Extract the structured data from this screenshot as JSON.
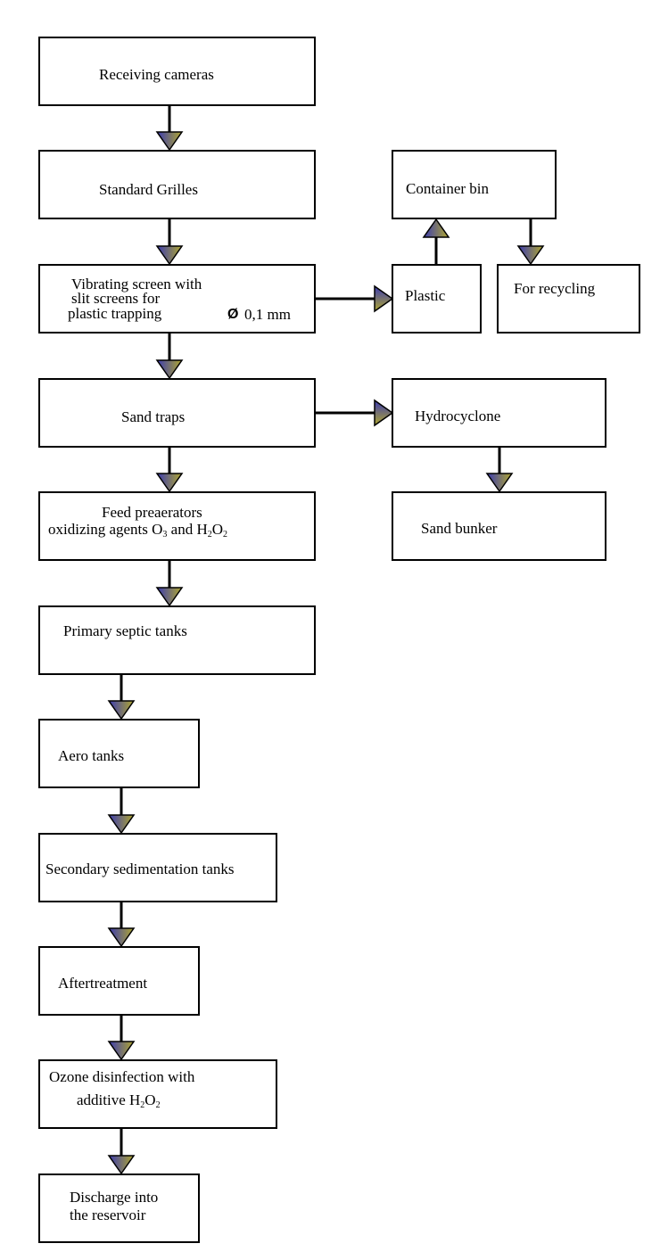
{
  "colors": {
    "stroke": "#000000",
    "arrow_left": "#3b3bb0",
    "arrow_right": "#b0a830",
    "background": "#ffffff"
  },
  "nodes": {
    "receiving_cameras": "Receiving cameras",
    "standard_grilles": "Standard Grilles",
    "vibrating_screen": {
      "line1": "Vibrating screen with",
      "line2": "slit screens for",
      "line3": "plastic trapping",
      "diameter_symbol": "Ø",
      "diameter_value": "0,1 mm"
    },
    "sand_traps": "Sand traps",
    "feed_preaerators": {
      "line1": "Feed preaerators",
      "line2_prefix": "oxidizing agents O",
      "line2_o3_sub": "3",
      "line2_and": " and H",
      "line2_h_sub": "2",
      "line2_o": "O",
      "line2_o_sub": "2"
    },
    "primary_septic_tanks": "Primary septic tanks",
    "aero_tanks": "Aero tanks",
    "secondary_sedimentation": "Secondary sedimentation tanks",
    "aftertreatment": "Aftertreatment",
    "ozone_disinfection": {
      "line1": "Ozone disinfection with",
      "line2_prefix": "additive H",
      "h_sub": "2",
      "o": "O",
      "o_sub": "2"
    },
    "discharge": {
      "line1": "Discharge into",
      "line2": "the reservoir"
    },
    "container_bin": "Container bin",
    "plastic": "Plastic",
    "for_recycling": "For recycling",
    "hydrocyclone": "Hydrocyclone",
    "sand_bunker": "Sand bunker"
  }
}
